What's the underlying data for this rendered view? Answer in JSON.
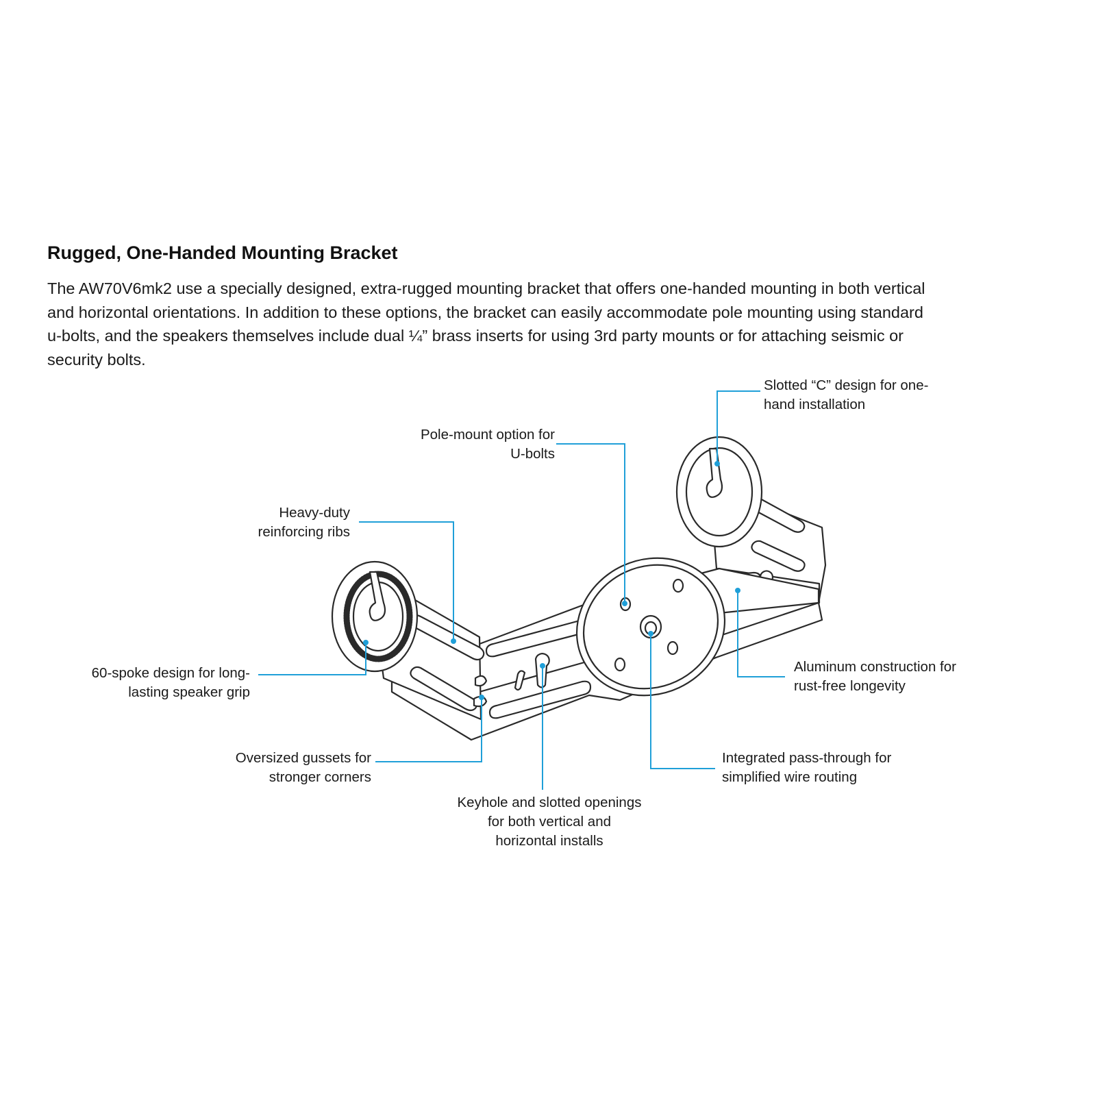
{
  "heading": "Rugged, One-Handed Mounting Bracket",
  "body_lines": [
    "The AW70V6mk2 use a specially designed, extra-rugged mounting bracket that offers one-handed mounting in both vertical",
    "and horizontal orientations.   In addition to these options, the bracket can easily accommodate pole mounting using standard",
    "u-bolts, and the speakers themselves include dual ¼” brass inserts for using 3rd party mounts or for attaching seismic or",
    "security bolts."
  ],
  "callouts": {
    "slotted_c": [
      "Slotted “C” design for one-",
      "hand installation"
    ],
    "pole_mount": [
      "Pole-mount option for",
      "U-bolts"
    ],
    "ribs": [
      "Heavy-duty",
      "reinforcing ribs"
    ],
    "spoke": [
      "60-spoke design for long-",
      "lasting speaker grip"
    ],
    "aluminum": [
      "Aluminum construction for",
      "rust-free longevity"
    ],
    "gussets": [
      "Oversized gussets for",
      "stronger corners"
    ],
    "pass_through": [
      "Integrated pass-through for",
      "simplified wire routing"
    ],
    "keyhole": [
      "Keyhole and slotted openings",
      "for both vertical and",
      "horizontal installs"
    ]
  },
  "colors": {
    "leader": "#1f9fd8",
    "outline": "#2a2a2a",
    "text": "#1a1a1a"
  }
}
